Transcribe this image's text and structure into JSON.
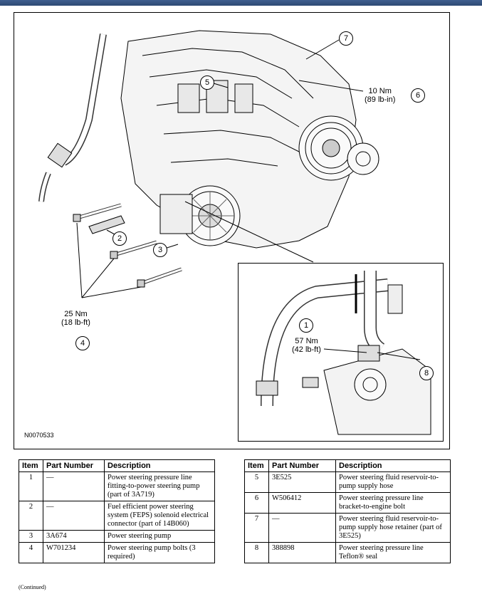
{
  "figure": {
    "id": "N0070533",
    "callouts": [
      "1",
      "2",
      "3",
      "4",
      "5",
      "6",
      "7",
      "8"
    ],
    "torques": {
      "t6": [
        "10 Nm",
        "(89 lb-in)"
      ],
      "t4": [
        "25 Nm",
        "(18 lb-ft)"
      ],
      "t1": [
        "57 Nm",
        "(42 lb-ft)"
      ]
    }
  },
  "table_headers": [
    "Item",
    "Part Number",
    "Description"
  ],
  "table_left": [
    {
      "item": "1",
      "part": "—",
      "desc": "Power steering pressure line fitting-to-power steering pump (part of 3A719)"
    },
    {
      "item": "2",
      "part": "—",
      "desc": "Fuel efficient power steering system (FEPS) solenoid electrical connector (part of 14B060)"
    },
    {
      "item": "3",
      "part": "3A674",
      "desc": "Power steering pump"
    },
    {
      "item": "4",
      "part": "W701234",
      "desc": "Power steering pump bolts (3 required)"
    }
  ],
  "table_right": [
    {
      "item": "5",
      "part": "3E525",
      "desc": "Power steering fluid reservoir-to-pump supply hose"
    },
    {
      "item": "6",
      "part": "W506412",
      "desc": "Power steering pressure line bracket-to-engine bolt"
    },
    {
      "item": "7",
      "part": "—",
      "desc": "Power steering fluid reservoir-to-pump supply hose retainer (part of 3E525)"
    },
    {
      "item": "8",
      "part": "388898",
      "desc": "Power steering pressure line Teflon® seal"
    }
  ],
  "footer": "(Continued)"
}
